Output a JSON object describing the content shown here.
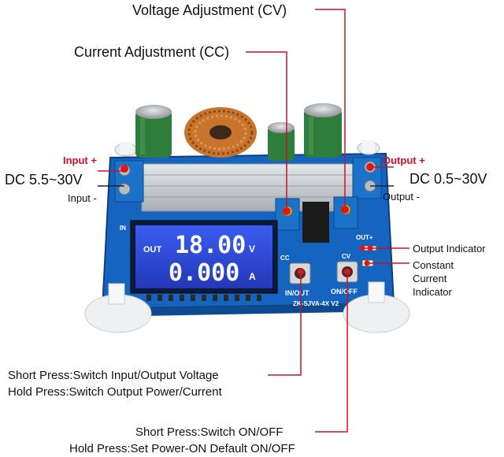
{
  "labels": {
    "voltage_adjustment": "Voltage Adjustment (CV)",
    "current_adjustment": "Current Adjustment (CC)",
    "input_plus": "Input +",
    "input_minus": "Input -",
    "dc_input": "DC 5.5~30V",
    "output_plus": "Output +",
    "output_minus": "Output -",
    "dc_output": "DC 0.5~30V",
    "output_indicator": "Output Indicator",
    "constant_current_line1": "Constant",
    "constant_current_line2": "Current",
    "constant_current_line3": "Indicator",
    "short_press_1": "Short Press:Switch Input/Output Voltage",
    "hold_press_1": "Hold Press:Switch Output Power/Current",
    "short_press_2": "Short Press:Switch ON/OFF",
    "hold_press_2": "Hold Press:Set Power-ON Default ON/OFF"
  },
  "lcd": {
    "out_label": "OUT",
    "voltage_value": "18.00",
    "voltage_unit": "V",
    "current_value": "0.000",
    "current_unit": "A"
  },
  "silkscreen": {
    "in_out": "IN/OUT",
    "on_off": "ON/OFF",
    "model": "ZK-SJVA-4X V2",
    "out_plus": "OUT+",
    "in": "IN",
    "cc": "CC",
    "cv": "CV"
  },
  "colors": {
    "pcb": "#1565c0",
    "lcd": "#2b47d6",
    "annotation_red": "#c8102e",
    "terminal": "#1a73c9",
    "capacitor": "#2f7d3a",
    "copper": "#c8732e"
  }
}
